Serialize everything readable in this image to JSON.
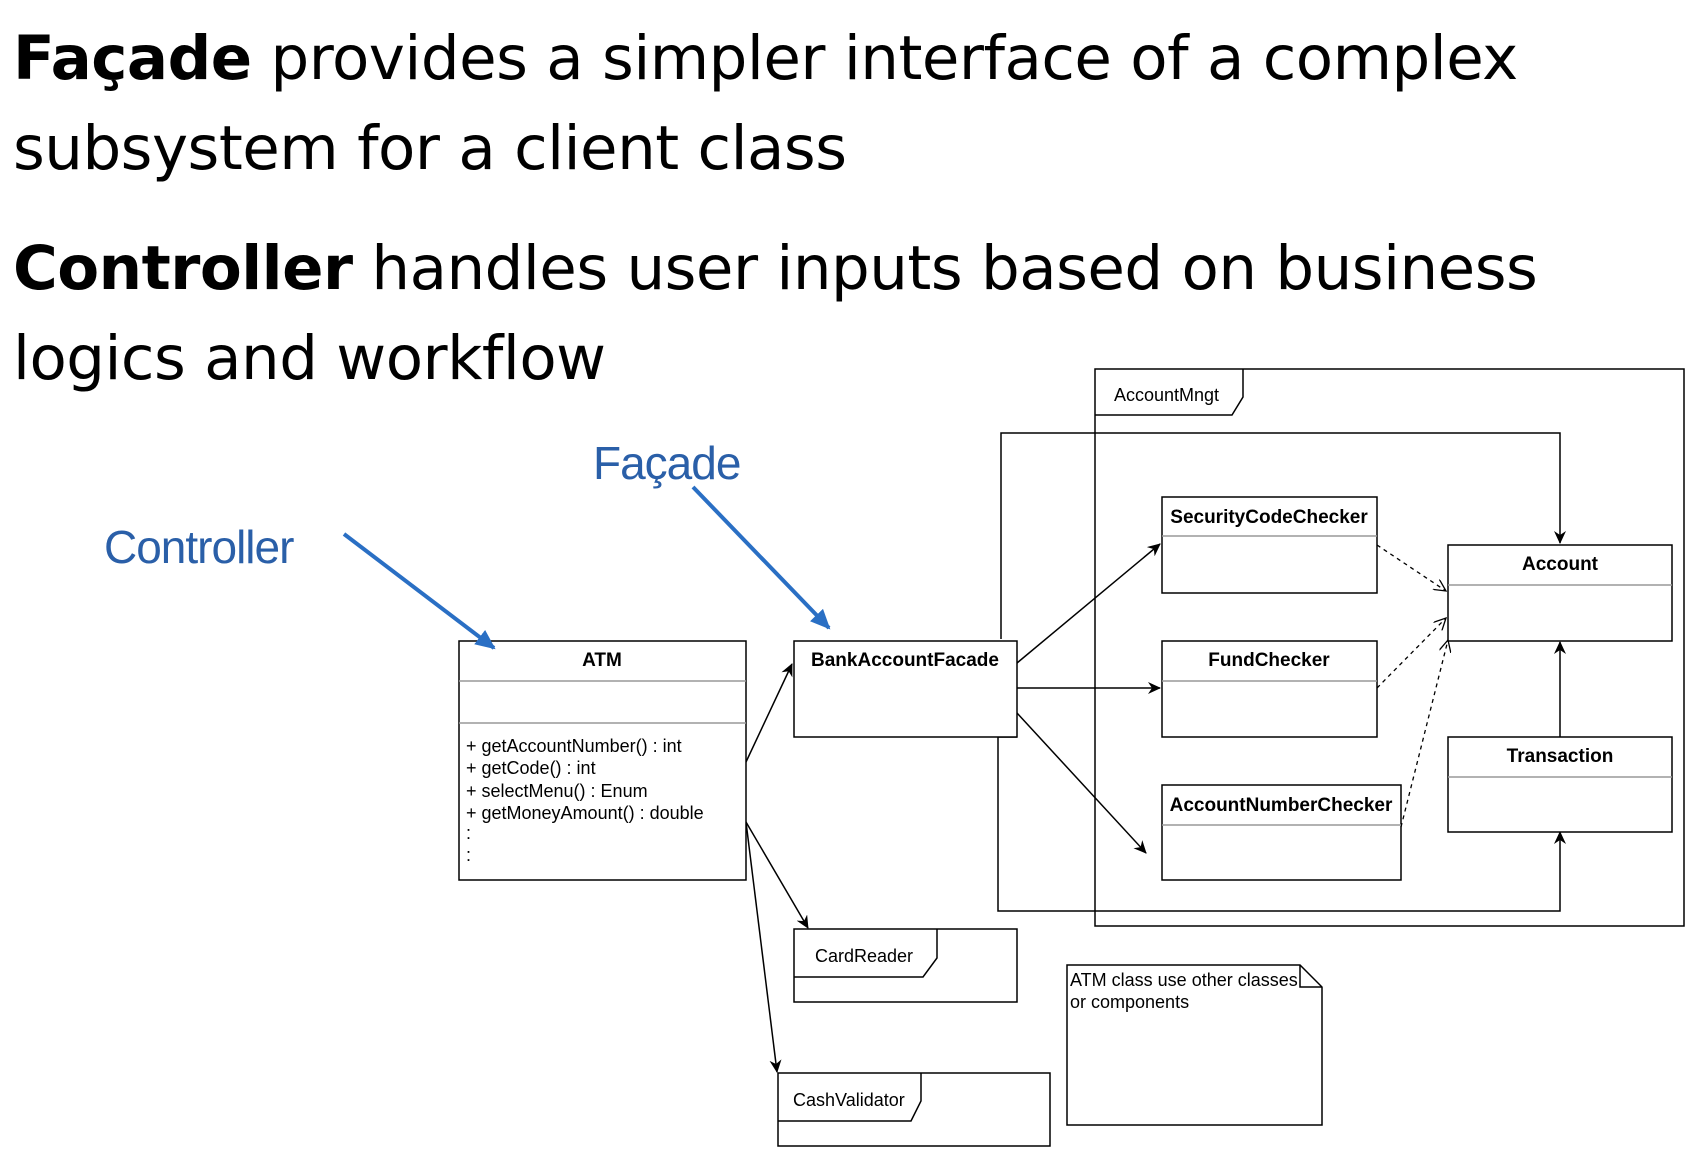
{
  "headings": [
    {
      "bold": "Façade",
      "rest": " provides a simpler interface of a complex"
    },
    {
      "bold": "",
      "rest": "subsystem for a client class"
    },
    {
      "bold": "Controller",
      "rest": " handles user inputs based on business"
    },
    {
      "bold": "",
      "rest": "logics and workflow"
    }
  ],
  "callouts": {
    "facade": "Façade",
    "controller": "Controller"
  },
  "diagram": {
    "frames": {
      "account_mngt": "AccountMngt",
      "card_reader": "CardReader",
      "cash_validator": "CashValidator"
    },
    "classes": {
      "atm": {
        "name": "ATM",
        "methods": [
          "+ getAccountNumber() : int",
          "+ getCode() : int",
          "+ selectMenu() : Enum",
          "+ getMoneyAmount() : double",
          ":",
          ":"
        ]
      },
      "facade": {
        "name": "BankAccountFacade"
      },
      "security": {
        "name": "SecurityCodeChecker"
      },
      "fund": {
        "name": "FundChecker"
      },
      "accnum": {
        "name": "AccountNumberChecker"
      },
      "account": {
        "name": "Account"
      },
      "transaction": {
        "name": "Transaction"
      }
    },
    "note": [
      "ATM class use other classes",
      "or components"
    ]
  }
}
